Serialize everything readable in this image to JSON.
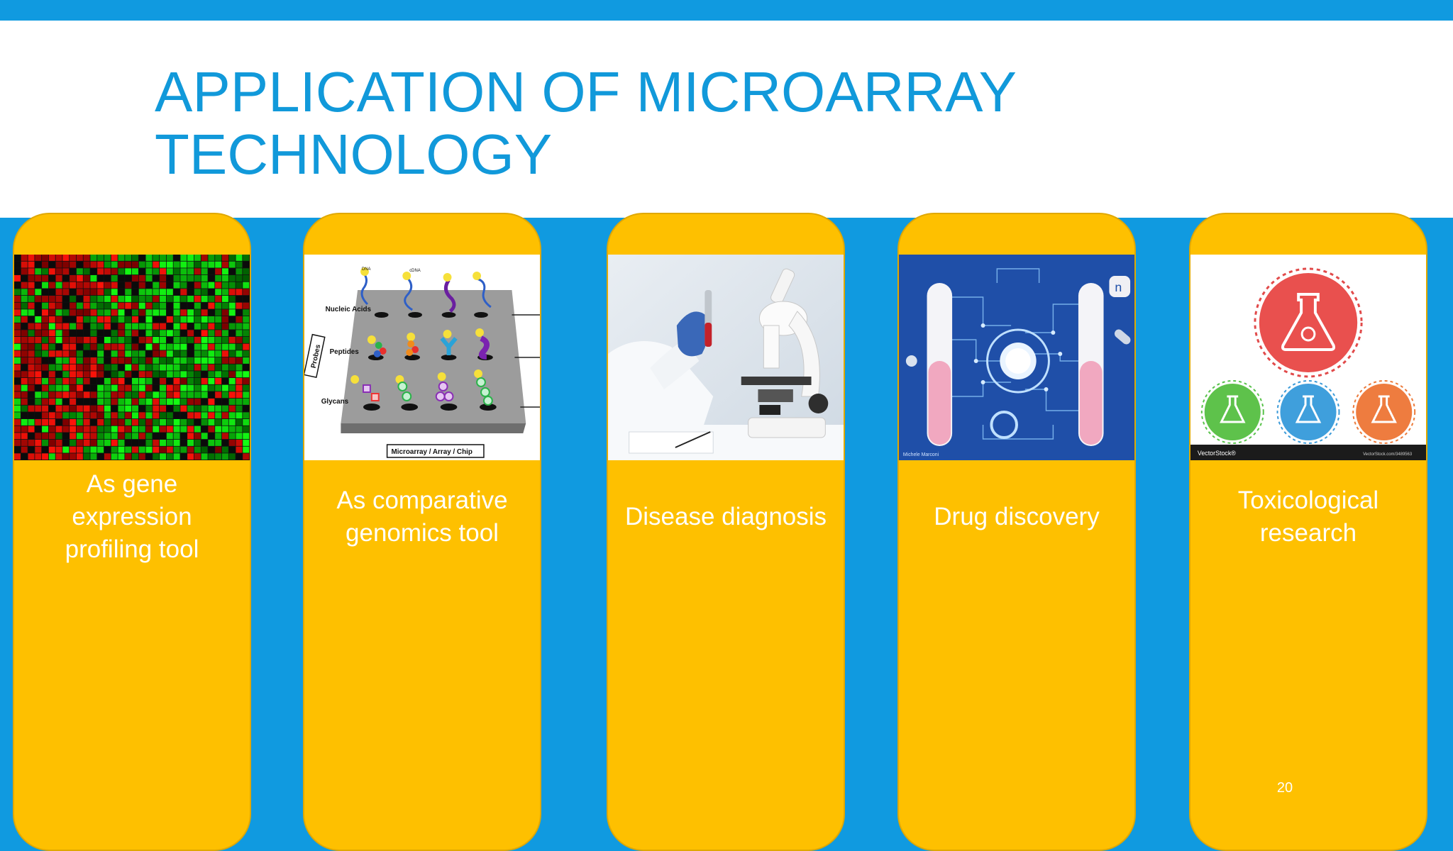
{
  "slide": {
    "title": "APPLICATION OF MICROARRAY\nTECHNOLOGY",
    "page_number": "20",
    "colors": {
      "background": "#109ae0",
      "header": "#ffffff",
      "title": "#1199da",
      "card": "#fec000",
      "caption": "#ffffff"
    }
  },
  "cards": [
    {
      "caption": "As gene expression profiling tool",
      "image": "heatmap-image"
    },
    {
      "caption": "As comparative genomics tool",
      "image": "microarray-chip-image",
      "image_labels": {
        "nucleic_acids": "Nucleic Acids",
        "peptides": "Peptides",
        "glycans": "Glycans",
        "probes": "Probes",
        "chip": "Microarray / Array / Chip",
        "dna": "DNA",
        "rna": "cDNA"
      }
    },
    {
      "caption": "Disease diagnosis",
      "image": "microscope-lab-image"
    },
    {
      "caption": "Drug discovery",
      "image": "drug-discovery-circuit-image",
      "image_labels": {
        "credit": "Michele Marconi"
      }
    },
    {
      "caption": "Toxicological research",
      "image": "toxicology-flask-icons-image",
      "image_labels": {
        "brand": "VectorStock®",
        "url": "VectorStock.com/3489563"
      }
    }
  ]
}
